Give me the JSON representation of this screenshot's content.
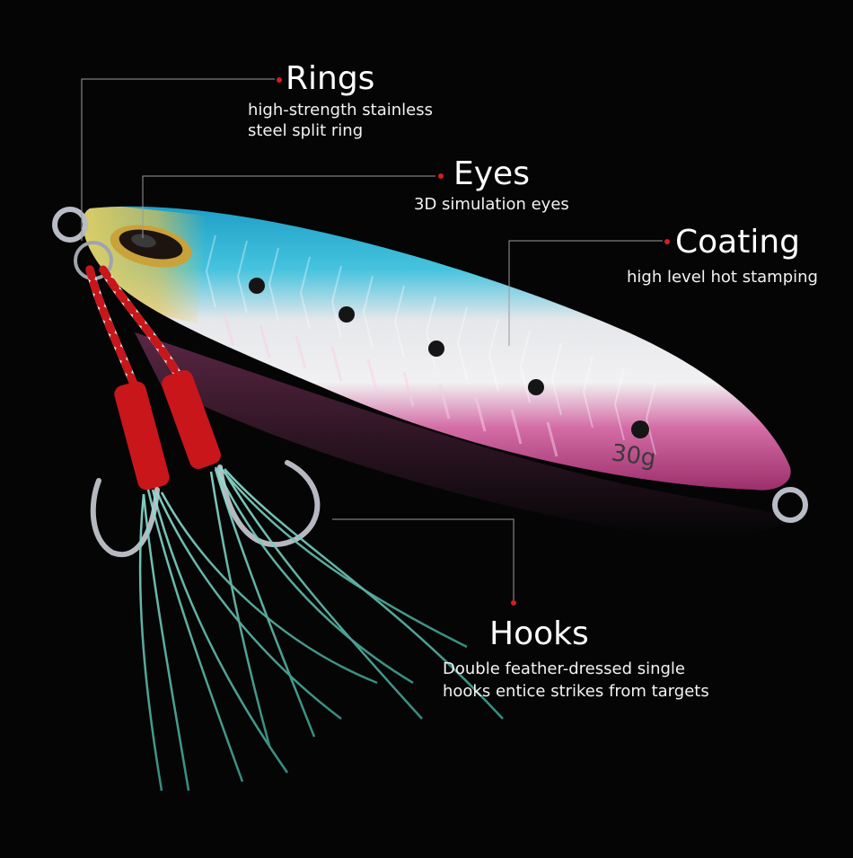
{
  "product": {
    "weight_label": "30g"
  },
  "callouts": {
    "rings": {
      "title": "Rings",
      "desc_lines": [
        "high-strength stainless",
        "steel split ring"
      ]
    },
    "eyes": {
      "title": "Eyes",
      "desc_lines": [
        "3D simulation eyes"
      ]
    },
    "coating": {
      "title": "Coating",
      "desc_lines": [
        "high level hot stamping"
      ]
    },
    "hooks": {
      "title": "Hooks",
      "desc_lines": [
        "Double feather-dressed single",
        "hooks entice strikes from targets"
      ]
    }
  },
  "colors": {
    "background": "#050506",
    "accent_dot": "#d61e1e",
    "lure_back": "#2fb8d8",
    "lure_belly": "#d85a9a",
    "lure_flank": "#e8e8ea",
    "thread": "#c8161a"
  },
  "icons": {
    "callout_marker": "red-dot"
  }
}
